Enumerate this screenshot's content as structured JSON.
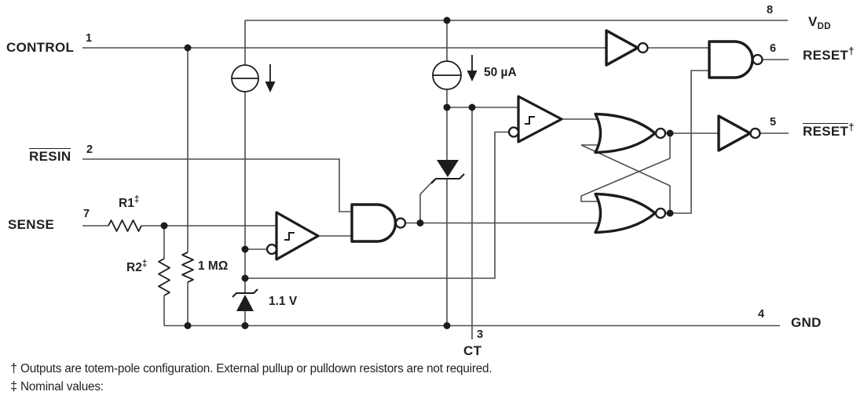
{
  "colors": {
    "wire": "#4d4d4d",
    "symbol": "#1c1c1c",
    "text": "#231f20",
    "background": "#ffffff"
  },
  "pins": {
    "pin1": {
      "number": "1",
      "label": "CONTROL"
    },
    "pin2": {
      "number": "2",
      "label": "RESIN"
    },
    "pin7": {
      "number": "7",
      "label": "SENSE"
    },
    "pin8": {
      "number": "8",
      "label_base": "V",
      "label_sub": "DD"
    },
    "pin6": {
      "number": "6",
      "label": "RESET",
      "suffix": "†"
    },
    "pin5": {
      "number": "5",
      "label": "RESET",
      "suffix": "†"
    },
    "pin4": {
      "number": "4",
      "label": "GND"
    },
    "pin3": {
      "number": "3",
      "label": "CT"
    }
  },
  "components": {
    "r1": {
      "label": "R1",
      "mark": "‡"
    },
    "r2": {
      "label": "R2",
      "mark": "‡"
    },
    "pullup": {
      "label": "1 MΩ"
    },
    "reference": {
      "label": "1.1 V"
    },
    "current_source": {
      "label": "50 µA"
    }
  },
  "footnotes": {
    "dagger": {
      "symbol": "†",
      "text": "Outputs are totem-pole configuration. External pullup or pulldown resistors are not required."
    },
    "double_dagger": {
      "symbol": "‡",
      "text": "Nominal values:"
    }
  }
}
